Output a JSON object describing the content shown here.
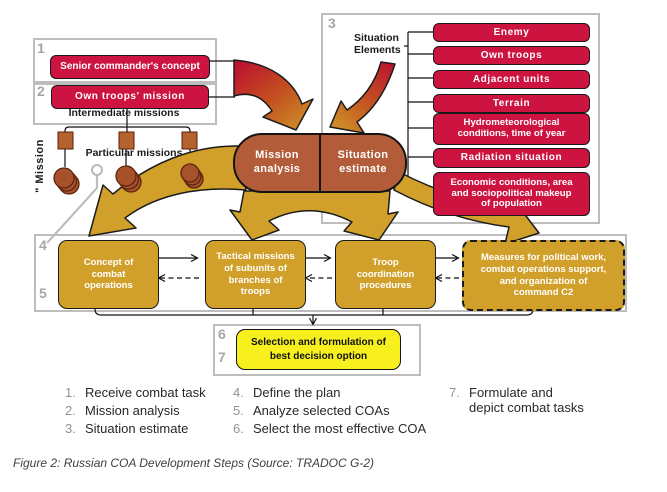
{
  "colors": {
    "crimson": "#cd1440",
    "gold": "#d1a02b",
    "terracotta": "#b25c39",
    "yellow": "#f8ef1f",
    "square_brown": "#b4622f",
    "circle_brown": "#a6522b",
    "panel_gray": "#bdbdbd",
    "number_gray": "#a6a6a6",
    "gradient_red": "#bd1130"
  },
  "top_left": {
    "num1": "1",
    "num2": "2",
    "senior": "Senior commander's concept",
    "own": "Own troops' mission",
    "intermediate": "Intermediate missions",
    "particular": "Particular missions",
    "mission_axis": "\" Mission"
  },
  "center": {
    "mission_analysis": "Mission\nanalysis",
    "situation_estimate": "Situation\nestimate"
  },
  "situation": {
    "num": "3",
    "label": "Situation\nElements",
    "elements": [
      "Enemy",
      "Own troops",
      "Adjacent units",
      "Terrain",
      "Hydrometeorological\nconditions, time of year",
      "Radiation situation",
      "Economic conditions, area\nand sociopolitical makeup\nof population"
    ]
  },
  "plan": {
    "num4": "4",
    "num5": "5",
    "boxes": [
      "Concept of\ncombat\noperations",
      "Tactical missions\nof subunits of\nbranches of\ntroops",
      "Troop\ncoordination\nprocedures",
      "Measures for political work,\ncombat operations support,\nand organization of\ncommand C2"
    ]
  },
  "decision": {
    "num6": "6",
    "num7": "7",
    "label": "Selection and formulation of\nbest decision option"
  },
  "legend": {
    "items": [
      {
        "n": "1.",
        "t": "Receive combat task"
      },
      {
        "n": "2.",
        "t": "Mission analysis"
      },
      {
        "n": "3.",
        "t": "Situation estimate"
      },
      {
        "n": "4.",
        "t": "Define the plan"
      },
      {
        "n": "5.",
        "t": "Analyze selected COAs"
      },
      {
        "n": "6.",
        "t": "Select the most effective COA"
      },
      {
        "n": "7.",
        "t": "Formulate and\ndepict combat tasks"
      }
    ]
  },
  "caption": "Figure 2: Russian COA Development Steps (Source: TRADOC G-2)"
}
